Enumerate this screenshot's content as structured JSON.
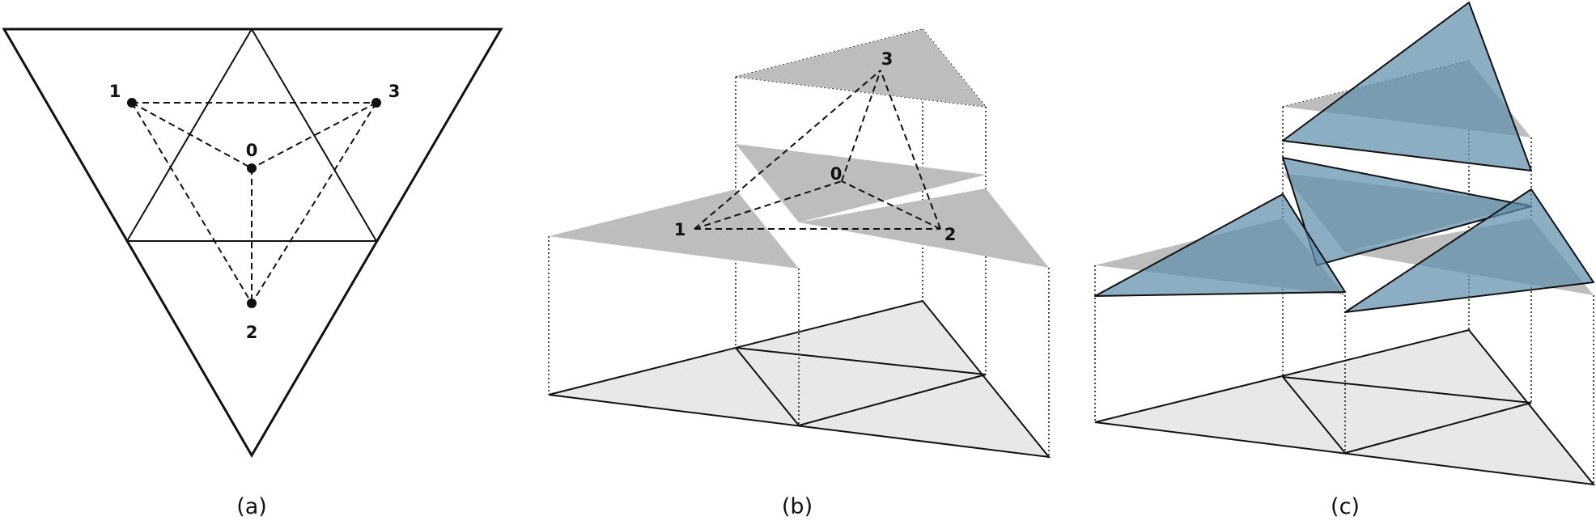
{
  "panels": [
    {
      "id": "a",
      "caption": "(a)",
      "nodes": [
        {
          "id": "1",
          "label": "1"
        },
        {
          "id": "3",
          "label": "3"
        },
        {
          "id": "0",
          "label": "0"
        },
        {
          "id": "2",
          "label": "2"
        }
      ]
    },
    {
      "id": "b",
      "caption": "(b)",
      "nodes": [
        {
          "id": "3",
          "label": "3"
        },
        {
          "id": "0",
          "label": "0"
        },
        {
          "id": "1",
          "label": "1"
        },
        {
          "id": "2",
          "label": "2"
        }
      ]
    },
    {
      "id": "c",
      "caption": "(c)"
    }
  ],
  "colors": {
    "stroke": "#111111",
    "gray_triangle": "#bdbdbd",
    "base_fill": "#e8e8e8",
    "blue_triangle": "#5f8fab",
    "background": "#ffffff"
  }
}
